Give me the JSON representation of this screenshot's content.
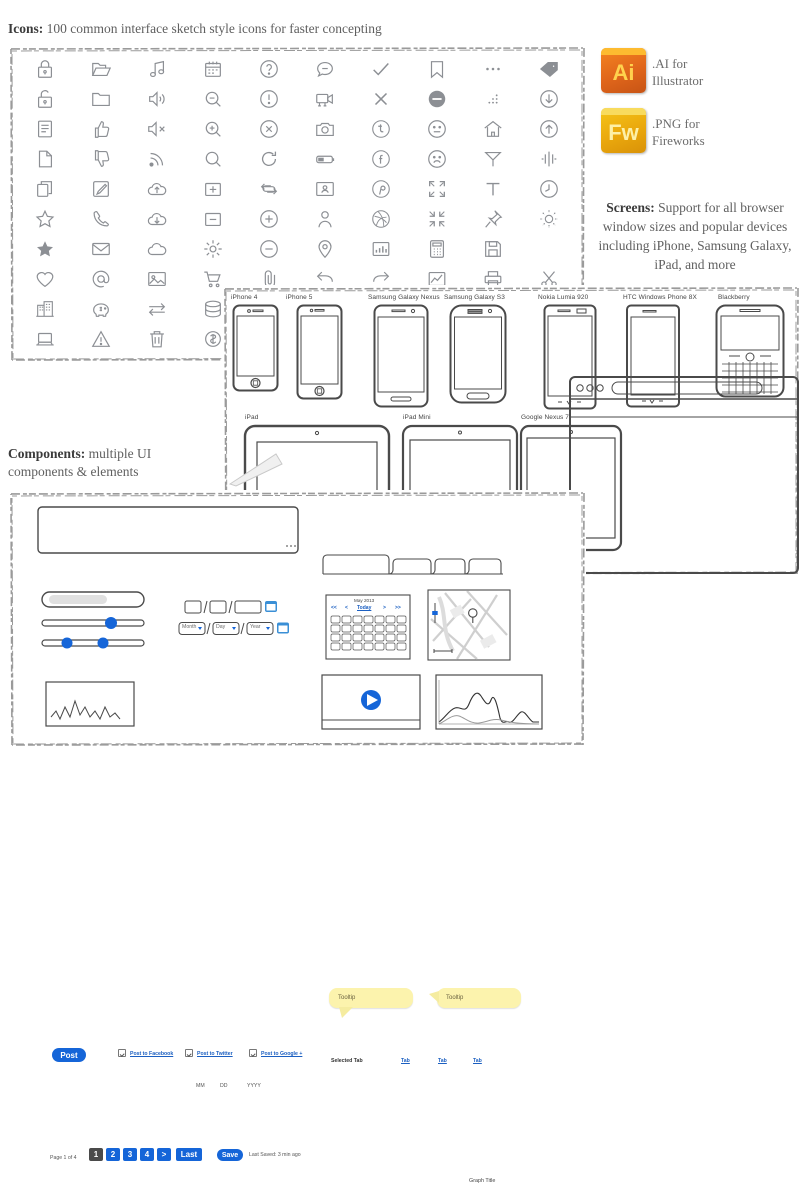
{
  "sections": {
    "icons": {
      "label": "Icons:",
      "text": " 100 common interface sketch style icons for faster concepting"
    },
    "screens": {
      "label": "Screens:",
      "text": " Support for all browser window sizes and popular devices including iPhone, Samsung Galaxy, iPad, and more"
    },
    "components": {
      "label": "Components:",
      "text": " multiple UI components & elements"
    }
  },
  "formats": [
    {
      "badge": "Ai",
      "line1": ".AI for",
      "line2": "Illustrator",
      "color": "#e0661b"
    },
    {
      "badge": "Fw",
      "line1": ".PNG for",
      "line2": "Fireworks",
      "color": "#eaa80d"
    }
  ],
  "icon_names": [
    "lock-closed-icon",
    "folder-open-icon",
    "music-note-icon",
    "calendar-icon",
    "help-circle-icon",
    "chat-bubble-icon",
    "check-icon",
    "bookmark-icon",
    "ellipsis-icon",
    "tag-icon",
    "lock-open-icon",
    "folder-icon",
    "volume-up-icon",
    "zoom-out-icon",
    "alert-circle-icon",
    "video-camera-icon",
    "close-x-icon",
    "block-icon",
    "drag-dots-icon",
    "download-circle-icon",
    "document-lines-icon",
    "thumbs-up-icon",
    "volume-mute-icon",
    "zoom-in-icon",
    "error-circle-icon",
    "camera-icon",
    "twitter-circle-icon",
    "smiley-neutral-icon",
    "home-icon",
    "upload-circle-icon",
    "page-icon",
    "thumbs-down-icon",
    "rss-icon",
    "search-icon",
    "refresh-icon",
    "battery-icon",
    "facebook-circle-icon",
    "smiley-sad-icon",
    "flag-icon",
    "audio-wave-icon",
    "copy-icon",
    "edit-pencil-icon",
    "cloud-upload-icon",
    "add-box-icon",
    "sync-icon",
    "contact-card-icon",
    "pinterest-circle-icon",
    "expand-icon",
    "text-tool-icon",
    "clock-icon",
    "star-outline-icon",
    "phone-icon",
    "cloud-download-icon",
    "remove-box-icon",
    "plus-circle-icon",
    "user-icon",
    "dribbble-circle-icon",
    "collapse-icon",
    "pin-icon",
    "brightness-icon",
    "star-filled-icon",
    "mail-icon",
    "cloud-icon",
    "sun-icon",
    "minus-circle-icon",
    "map-pin-icon",
    "bar-chart-icon",
    "calculator-icon",
    "save-disk-icon",
    "",
    "heart-icon",
    "at-sign-icon",
    "image-icon",
    "shopping-cart-icon",
    "paperclip-icon",
    "arrow-left-icon",
    "arrow-right-icon",
    "line-chart-icon",
    "printer-icon",
    "scissors-icon",
    "building-icon",
    "piggy-bank-icon",
    "transfer-icon",
    "database-icon",
    "users-icon",
    "",
    "",
    "",
    "",
    "",
    "laptop-icon",
    "warning-triangle-icon",
    "trash-icon",
    "money-icon",
    "",
    "",
    "",
    "",
    "",
    ""
  ],
  "devices": {
    "phones": [
      "iPhone 4",
      "iPhone 5",
      "Samsung Galaxy Nexus",
      "Samsung Galaxy S3",
      "Nokia Lumia 920",
      "HTC Windows Phone 8X",
      "Blackberry"
    ],
    "tablets": [
      "iPad",
      "iPad Mini",
      "Google Nexus 7"
    ]
  },
  "components": {
    "post_button": "Post",
    "share_options": [
      "Post to Facebook",
      "Post to Twitter",
      "Post to Google +"
    ],
    "date_parts": [
      "MM",
      "DD",
      "YYYY"
    ],
    "date_selects": [
      "Month",
      "Day",
      "Year"
    ],
    "pagination": {
      "label": "Page 1 of 4",
      "buttons": [
        "1",
        "2",
        "3",
        "4",
        ">",
        "Last"
      ],
      "active_index": 0
    },
    "save_button": "Save",
    "save_status": "Last Saved: 3 min ago",
    "tooltips": [
      "Tooltip",
      "Tooltip"
    ],
    "tabs": {
      "selected": "Selected Tab",
      "others": [
        "Tab",
        "Tab",
        "Tab"
      ]
    },
    "calendar": {
      "title": "May 2013",
      "nav": [
        "<<",
        "<",
        "Today",
        ">",
        ">>"
      ]
    },
    "graph_title": "Graph Title"
  },
  "colors": {
    "accent_blue": "#1565d8",
    "link_blue": "#1b5fc1",
    "tooltip_yellow": "#fcf3ad",
    "sketch_gray": "#8c8f94",
    "text_gray": "#6d6d6d"
  }
}
